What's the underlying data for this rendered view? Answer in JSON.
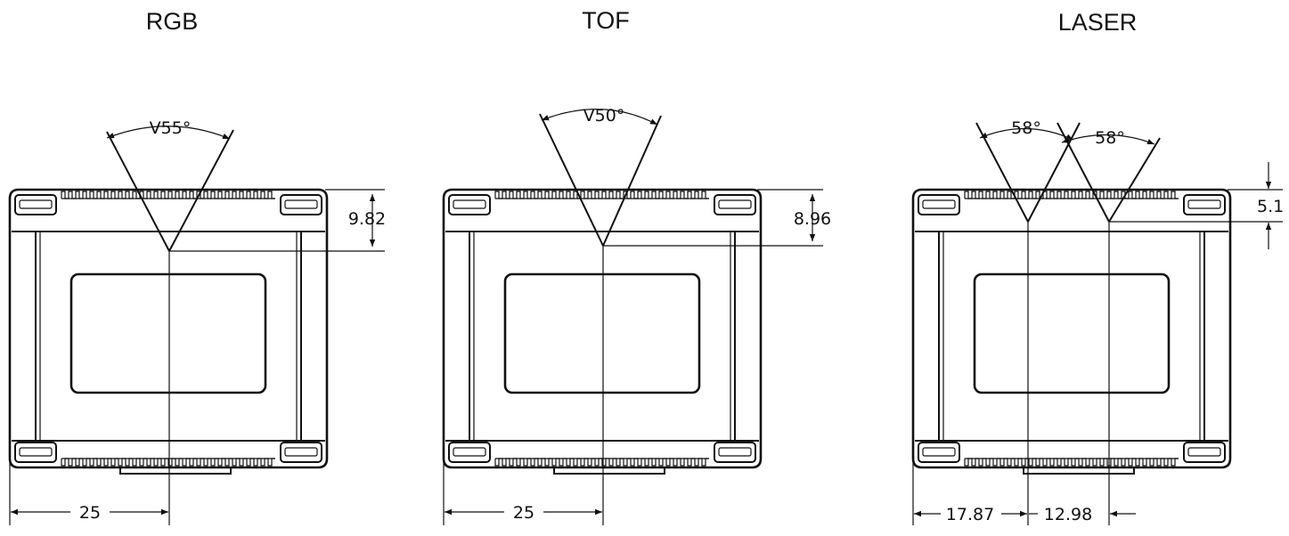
{
  "sensors": [
    {
      "id": "rgb",
      "title": "RGB",
      "fov_label": "V55°",
      "height_dim": "9.82",
      "offset_dims": [
        "25"
      ]
    },
    {
      "id": "tof",
      "title": "TOF",
      "fov_label": "V50°",
      "height_dim": "8.96",
      "offset_dims": [
        "25"
      ]
    },
    {
      "id": "laser",
      "title": "LASER",
      "fov_labels": [
        "58°",
        "58°"
      ],
      "height_dim": "5.1",
      "offset_dims": [
        "17.87",
        "12.98"
      ]
    }
  ]
}
